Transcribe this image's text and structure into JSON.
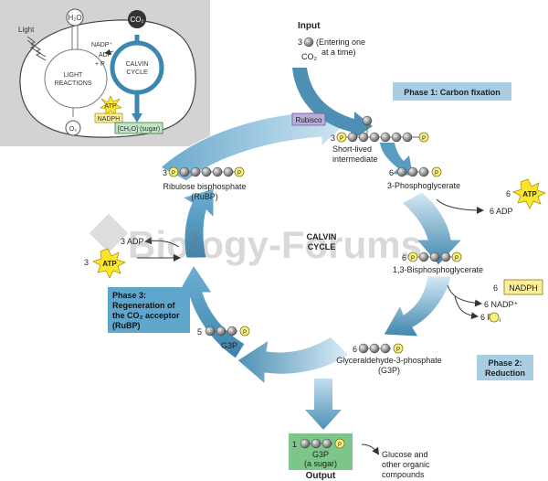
{
  "inset": {
    "h2o": "H₂O",
    "co2": "CO₂",
    "light": "Light",
    "nadp": "NADP⁺",
    "adp": "ADP",
    "pi": "+ P",
    "light_reactions_1": "LIGHT",
    "light_reactions_2": "REACTIONS",
    "calvin_1": "CALVIN",
    "calvin_2": "CYCLE",
    "atp": "ATP",
    "nadph": "NADPH",
    "o2": "O₂",
    "sugar": "[CH₂O] (sugar)"
  },
  "input": {
    "heading": "Input",
    "count": "3",
    "note_1": "(Entering one",
    "note_2": "at a time)",
    "co2": "CO₂"
  },
  "phase1": {
    "label": "Phase 1: Carbon fixation"
  },
  "rubisco": {
    "label": "Rubisco"
  },
  "intermediate": {
    "count": "3",
    "label_1": "Short-lived",
    "label_2": "intermediate"
  },
  "pga": {
    "count": "6",
    "label": "3-Phosphoglycerate"
  },
  "rubp": {
    "count": "3",
    "label_1": "Ribulose bisphosphate",
    "label_2": "(RuBP)"
  },
  "center": {
    "line_1": "CALVIN",
    "line_2": "CYCLE"
  },
  "atp_in": {
    "count": "6",
    "atp": "ATP",
    "adp": "6 ADP"
  },
  "bpg": {
    "count": "6",
    "label": "1,3-Bisphosphoglycerate"
  },
  "nadph_in": {
    "count": "6",
    "nadph": "NADPH",
    "nadp": "6 NADP⁺",
    "pi": "6 P",
    "pi_sub": "i"
  },
  "phase2": {
    "line_1": "Phase 2:",
    "line_2": "Reduction"
  },
  "atp_regen": {
    "count": "3",
    "atp": "ATP",
    "adp": "3 ADP"
  },
  "phase3": {
    "line_1": "Phase 3:",
    "line_2": "Regeneration of",
    "line_3": "the CO₂ acceptor",
    "line_4": "(RuBP)"
  },
  "g3p_regen": {
    "count": "5",
    "label": "G3P"
  },
  "g3p_main": {
    "count": "6",
    "label_1": "Glyceraldehyde-3-phosphate",
    "label_2": "(G3P)"
  },
  "output": {
    "count": "1",
    "label_1": "G3P",
    "label_2": "(a sugar)",
    "heading": "Output",
    "result_1": "Glucose and",
    "result_2": "other organic",
    "result_3": "compounds"
  },
  "phosphate": "P",
  "watermark": "Biology-Forums",
  "colors": {
    "arrow_blue": "#4d90b4",
    "arrow_light": "#b9dbee",
    "label_blue": "#a9cde3",
    "phase3_blue": "#5fa6cc",
    "rubisco_purple": "#b9aed8",
    "phosphate_yellow": "#f6ef86",
    "atp_yellow": "#fde62a",
    "output_green": "#7dc68a"
  }
}
